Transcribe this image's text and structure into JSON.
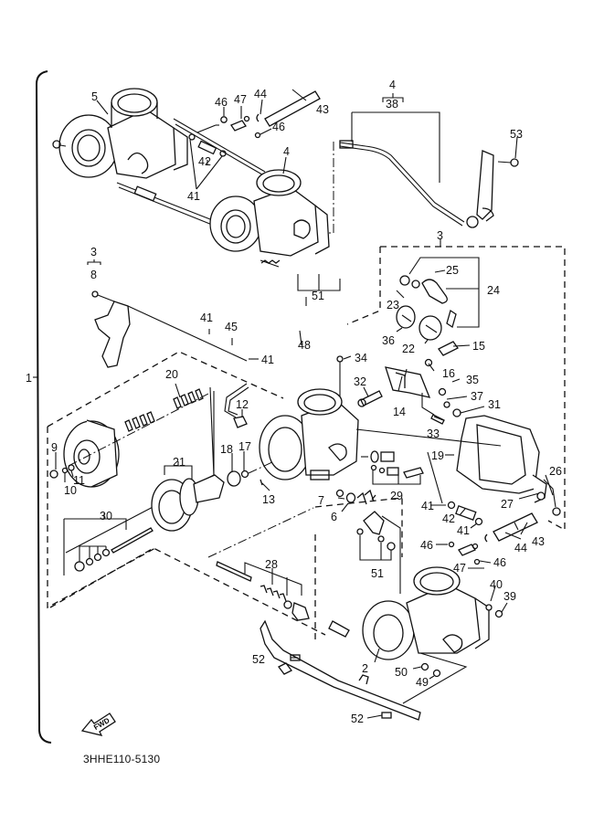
{
  "diagram": {
    "title_code": "3HHE110-5130",
    "fwd_label": "FWD",
    "group_bracket_label": "1",
    "callouts": {
      "c1": "1",
      "c2": "2",
      "c3a": "3",
      "c3b": "3",
      "c4a": "4",
      "c4b": "4",
      "c5": "5",
      "c6": "6",
      "c7": "7",
      "c8": "8",
      "c9": "9",
      "c10": "10",
      "c11": "11",
      "c12": "12",
      "c13": "13",
      "c14": "14",
      "c15": "15",
      "c16": "16",
      "c17": "17",
      "c18": "18",
      "c19": "19",
      "c20": "20",
      "c21": "21",
      "c22": "22",
      "c23": "23",
      "c24": "24",
      "c25": "25",
      "c26": "26",
      "c27": "27",
      "c28": "28",
      "c29": "29",
      "c30": "30",
      "c31": "31",
      "c32": "32",
      "c33": "33",
      "c34": "34",
      "c35": "35",
      "c36": "36",
      "c37": "37",
      "c38": "38",
      "c39": "39",
      "c40": "40",
      "c41a": "41",
      "c41b": "41",
      "c41c": "41",
      "c41d": "41",
      "c41e": "41",
      "c42a": "42",
      "c42b": "42",
      "c43a": "43",
      "c43b": "43",
      "c44a": "44",
      "c44b": "44",
      "c45": "45",
      "c46a": "46",
      "c46b": "46",
      "c46c": "46",
      "c46d": "46",
      "c47a": "47",
      "c47b": "47",
      "c48": "48",
      "c49": "49",
      "c50": "50",
      "c51a": "51",
      "c51b": "51",
      "c52a": "52",
      "c52b": "52",
      "c53": "53"
    }
  }
}
